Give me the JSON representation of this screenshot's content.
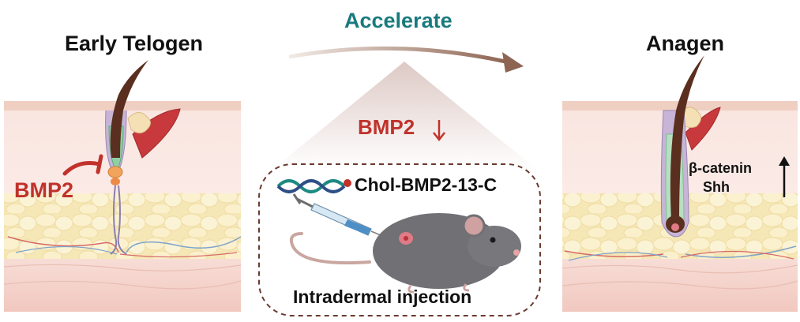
{
  "left_panel": {
    "title": "Early Telogen",
    "inhibitor_label": "BMP2"
  },
  "center": {
    "arrow_label": "Accelerate",
    "bmp2_label": "BMP2",
    "bmp2_arrow": "↓",
    "compound_label": "Chol-BMP2-13-C",
    "method_label": "Intradermal injection"
  },
  "right_panel": {
    "title": "Anagen",
    "marker_1": "β-catenin",
    "marker_2": "Shh",
    "marker_arrow": "↑"
  },
  "colors": {
    "accelerate": "#197a7e",
    "bmp2": "#c0322b",
    "skin_top": "#f7dcd4",
    "fat": "#f7ebc0",
    "dermis_bottom": "#f4cfc7",
    "arrow": "#9c7260"
  }
}
